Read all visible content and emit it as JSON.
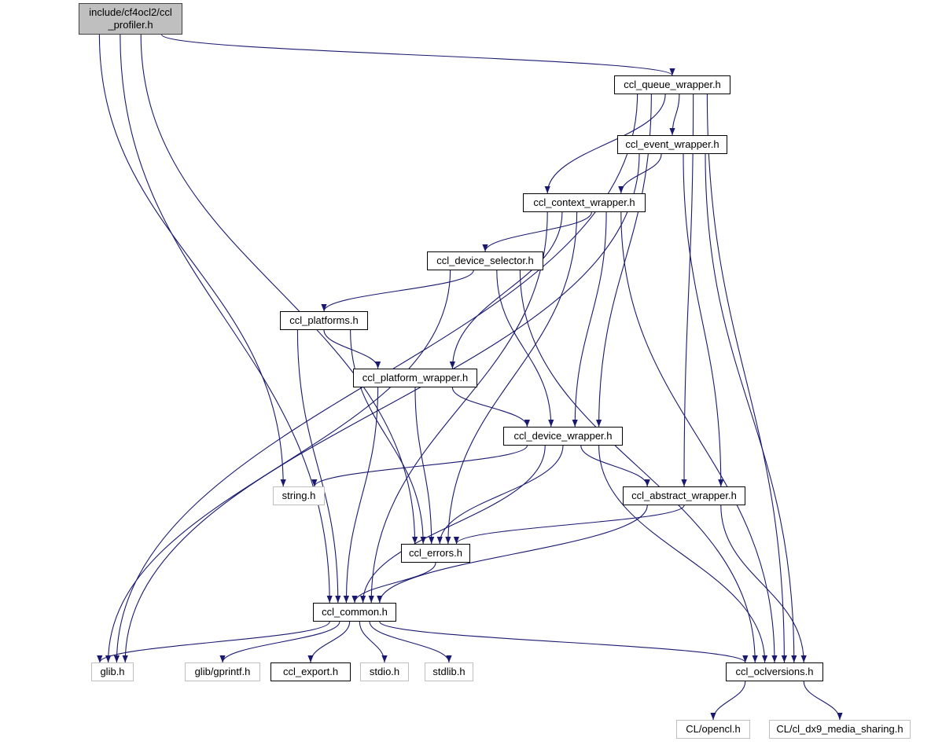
{
  "graph": {
    "title": "include/cf4ocl2/ccl_profiler.h",
    "edge_color": "#191970",
    "nodes": [
      {
        "id": "root",
        "label": "include/cf4ocl2/ccl\n_profiler.h",
        "kind": "root"
      },
      {
        "id": "queue",
        "label": "ccl_queue_wrapper.h",
        "kind": "local"
      },
      {
        "id": "event",
        "label": "ccl_event_wrapper.h",
        "kind": "local"
      },
      {
        "id": "context",
        "label": "ccl_context_wrapper.h",
        "kind": "local"
      },
      {
        "id": "selector",
        "label": "ccl_device_selector.h",
        "kind": "local"
      },
      {
        "id": "platforms",
        "label": "ccl_platforms.h",
        "kind": "local"
      },
      {
        "id": "platform",
        "label": "ccl_platform_wrapper.h",
        "kind": "local"
      },
      {
        "id": "device",
        "label": "ccl_device_wrapper.h",
        "kind": "local"
      },
      {
        "id": "string",
        "label": "string.h",
        "kind": "external"
      },
      {
        "id": "abstract",
        "label": "ccl_abstract_wrapper.h",
        "kind": "local"
      },
      {
        "id": "errors",
        "label": "ccl_errors.h",
        "kind": "local"
      },
      {
        "id": "common",
        "label": "ccl_common.h",
        "kind": "local"
      },
      {
        "id": "glib",
        "label": "glib.h",
        "kind": "external"
      },
      {
        "id": "gprintf",
        "label": "glib/gprintf.h",
        "kind": "external"
      },
      {
        "id": "export",
        "label": "ccl_export.h",
        "kind": "local"
      },
      {
        "id": "stdio",
        "label": "stdio.h",
        "kind": "external"
      },
      {
        "id": "stdlib",
        "label": "stdlib.h",
        "kind": "external"
      },
      {
        "id": "oclversions",
        "label": "ccl_oclversions.h",
        "kind": "local"
      },
      {
        "id": "opencl",
        "label": "CL/opencl.h",
        "kind": "external"
      },
      {
        "id": "dx9",
        "label": "CL/cl_dx9_media_sharing.h",
        "kind": "external"
      }
    ],
    "edges": [
      [
        "root",
        "queue"
      ],
      [
        "root",
        "string"
      ],
      [
        "root",
        "errors"
      ],
      [
        "root",
        "common"
      ],
      [
        "queue",
        "event"
      ],
      [
        "queue",
        "context"
      ],
      [
        "queue",
        "glib"
      ],
      [
        "queue",
        "device"
      ],
      [
        "queue",
        "abstract"
      ],
      [
        "queue",
        "oclversions"
      ],
      [
        "event",
        "context"
      ],
      [
        "event",
        "glib"
      ],
      [
        "event",
        "abstract"
      ],
      [
        "event",
        "oclversions"
      ],
      [
        "context",
        "selector"
      ],
      [
        "context",
        "platform"
      ],
      [
        "context",
        "device"
      ],
      [
        "context",
        "errors"
      ],
      [
        "context",
        "common"
      ],
      [
        "context",
        "oclversions"
      ],
      [
        "selector",
        "platforms"
      ],
      [
        "selector",
        "device"
      ],
      [
        "selector",
        "glib"
      ],
      [
        "selector",
        "oclversions"
      ],
      [
        "platforms",
        "platform"
      ],
      [
        "platforms",
        "errors"
      ],
      [
        "platforms",
        "common"
      ],
      [
        "platform",
        "device"
      ],
      [
        "platform",
        "errors"
      ],
      [
        "platform",
        "common"
      ],
      [
        "device",
        "string"
      ],
      [
        "device",
        "abstract"
      ],
      [
        "device",
        "errors"
      ],
      [
        "device",
        "common"
      ],
      [
        "device",
        "oclversions"
      ],
      [
        "abstract",
        "errors"
      ],
      [
        "abstract",
        "common"
      ],
      [
        "abstract",
        "oclversions"
      ],
      [
        "errors",
        "common"
      ],
      [
        "common",
        "glib"
      ],
      [
        "common",
        "gprintf"
      ],
      [
        "common",
        "export"
      ],
      [
        "common",
        "stdio"
      ],
      [
        "common",
        "stdlib"
      ],
      [
        "common",
        "oclversions"
      ],
      [
        "oclversions",
        "opencl"
      ],
      [
        "oclversions",
        "dx9"
      ]
    ]
  }
}
